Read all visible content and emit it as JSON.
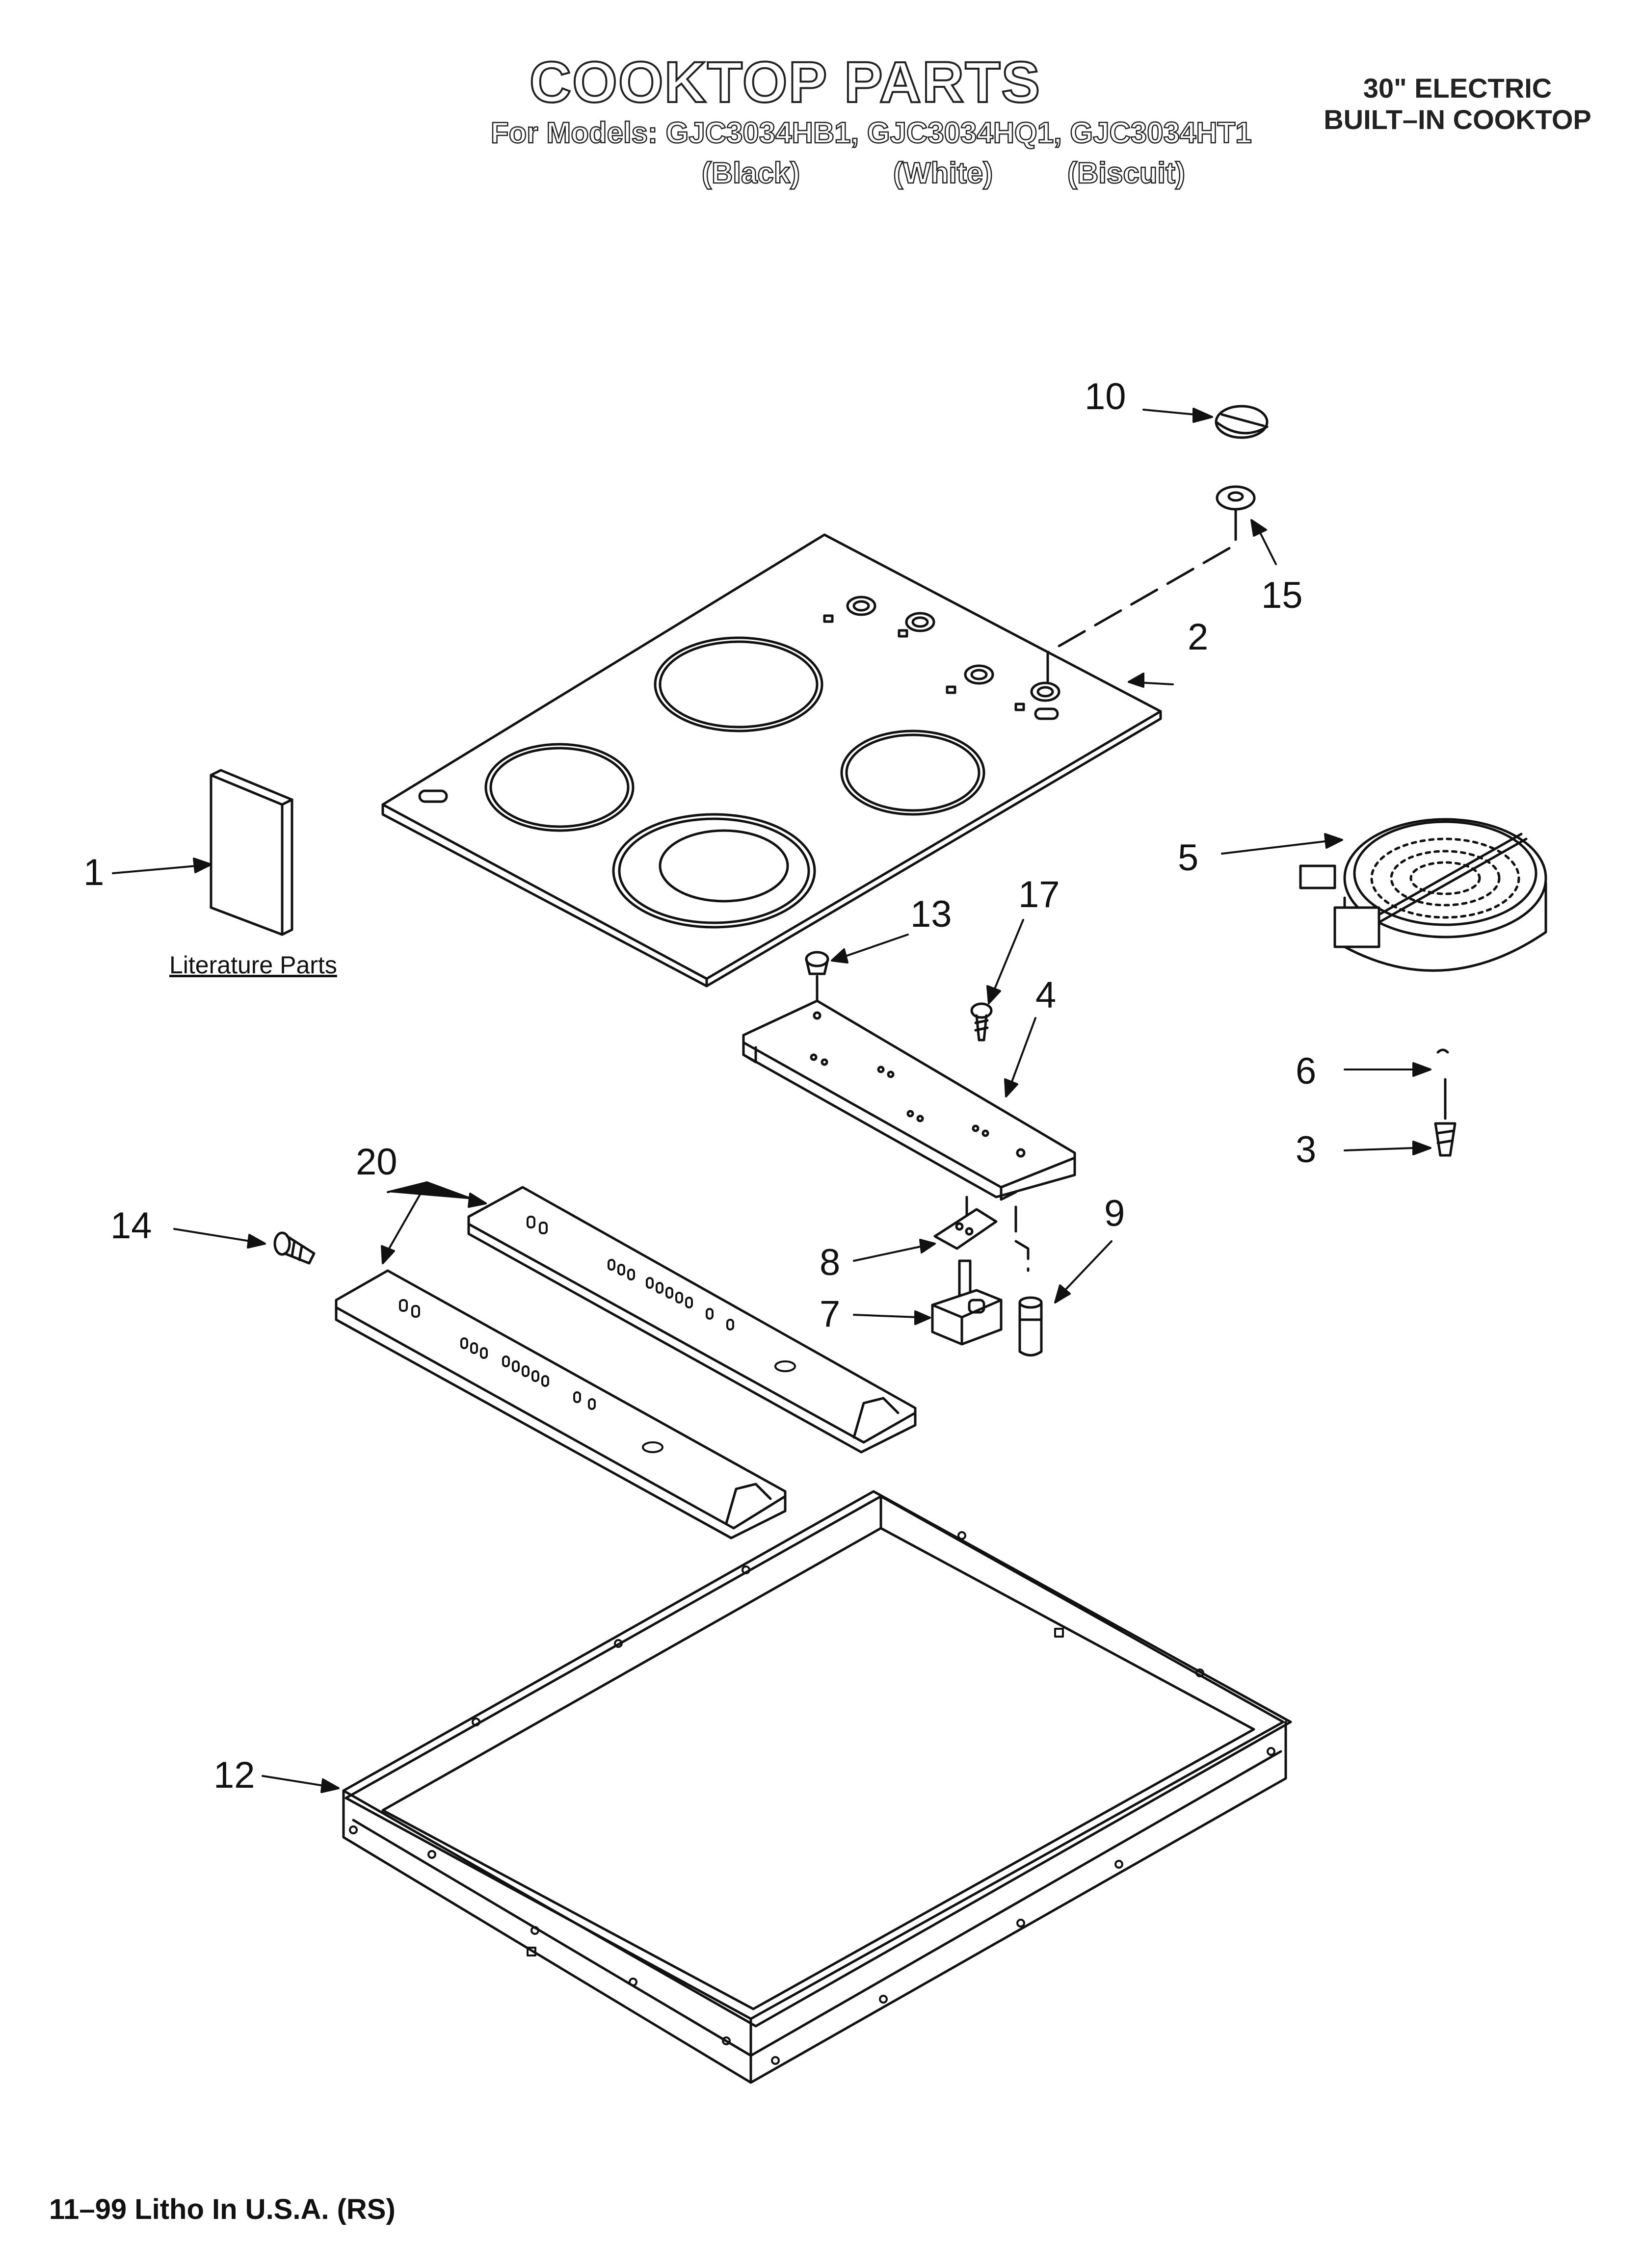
{
  "header": {
    "title": "COOKTOP PARTS",
    "models_line": "For Models: GJC3034HB1, GJC3034HQ1, GJC3034HT1",
    "colors": [
      "(Black)",
      "(White)",
      "(Biscuit)"
    ],
    "spec_line1": "30\" ELECTRIC",
    "spec_line2": "BUILT–IN COOKTOP"
  },
  "labels": {
    "literature": "Literature Parts"
  },
  "callouts": {
    "c1": "1",
    "c2": "2",
    "c3": "3",
    "c4": "4",
    "c5": "5",
    "c6": "6",
    "c7": "7",
    "c8": "8",
    "c9": "9",
    "c10": "10",
    "c12": "12",
    "c13": "13",
    "c14": "14",
    "c15": "15",
    "c17": "17",
    "c20": "20"
  },
  "footer": {
    "text": "11–99 Litho In U.S.A. (RS)"
  }
}
